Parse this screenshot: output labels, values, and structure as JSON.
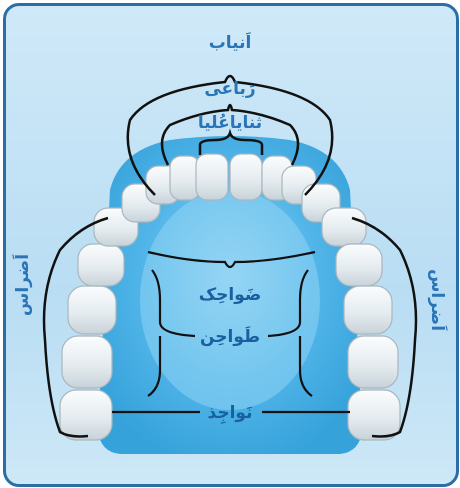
{
  "labels": {
    "canines": "اَنیاب",
    "quaternions": "رَباعی",
    "upper_incisors": "ثنایاعُلیا",
    "premolar_small": "ضَواحِک",
    "premolar_large": "طَواحِن",
    "wisdom": "نَواجِذ",
    "molars_left": "اَضراس",
    "molars_right": "اَضراس"
  },
  "colors": {
    "accent": "#2a74b8",
    "frame": "#2b6ea6",
    "palate": "#56b9ea",
    "tooth": "#e8eef2"
  }
}
